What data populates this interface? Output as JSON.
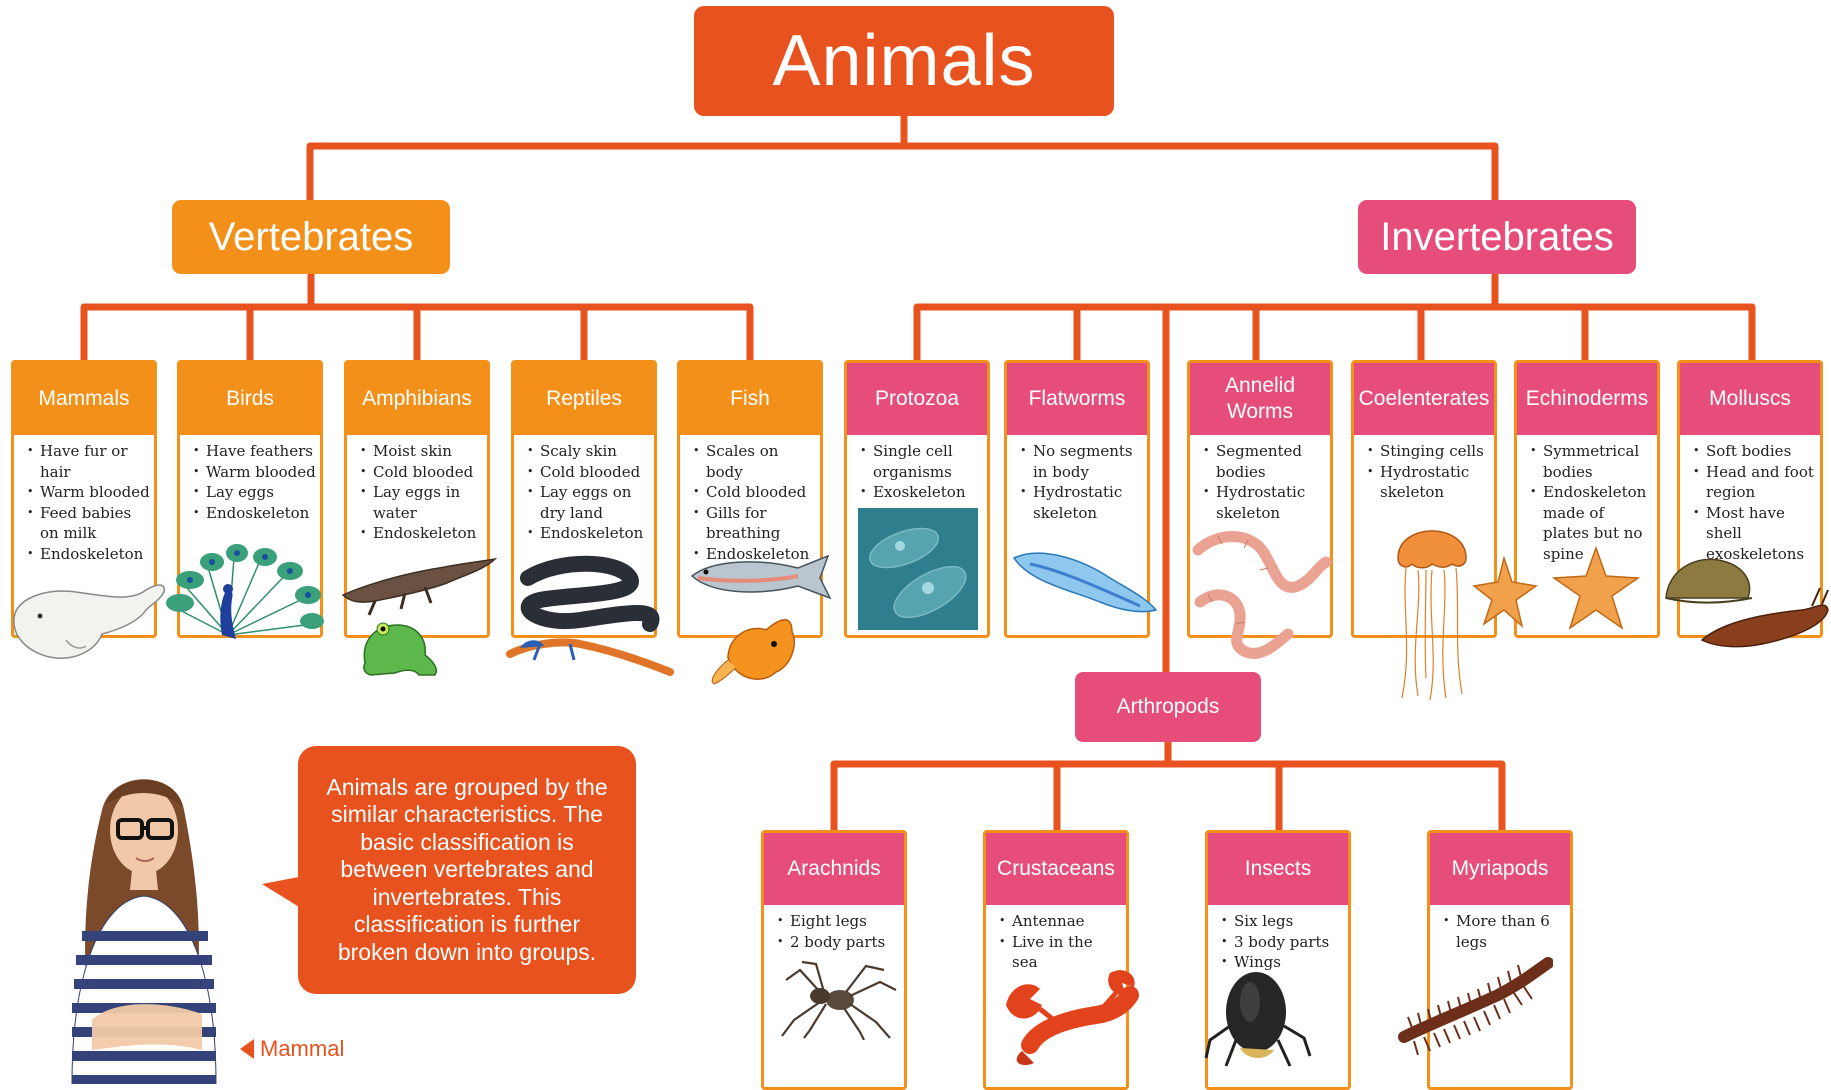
{
  "title": "Animals",
  "vertebrates": {
    "label": "Vertebrates",
    "groups": [
      {
        "name": "Mammals",
        "facts": [
          "Have fur or hair",
          "Warm blooded",
          "Feed babies on milk",
          "Endoskeleton"
        ],
        "image": "beluga-whale-icon"
      },
      {
        "name": "Birds",
        "facts": [
          "Have feathers",
          "Warm blooded",
          "Lay eggs",
          "Endoskeleton"
        ],
        "image": "peacock-icon"
      },
      {
        "name": "Amphibians",
        "facts": [
          "Moist skin",
          "Cold blooded",
          "Lay eggs in water",
          "Endoskeleton"
        ],
        "image": "newt-frog-icon"
      },
      {
        "name": "Reptiles",
        "facts": [
          "Scaly skin",
          "Cold blooded",
          "Lay eggs on dry land",
          "Endoskeleton"
        ],
        "image": "snake-lizard-icon"
      },
      {
        "name": "Fish",
        "facts": [
          "Scales on body",
          "Cold blooded",
          "Gills for breathing",
          "Endoskeleton"
        ],
        "image": "salmon-goldfish-icon"
      }
    ]
  },
  "invertebrates": {
    "label": "Invertebrates",
    "groups": [
      {
        "name": "Protozoa",
        "facts": [
          "Single cell organisms",
          "Exoskeleton"
        ],
        "image": "protozoa-icon"
      },
      {
        "name": "Flatworms",
        "facts": [
          "No segments in body",
          "Hydrostatic skeleton"
        ],
        "image": "flatworm-icon"
      },
      {
        "name": "Annelid Worms",
        "facts": [
          "Segmented bodies",
          "Hydrostatic skeleton"
        ],
        "image": "earthworm-icon"
      },
      {
        "name": "Coelenterates",
        "facts": [
          "Stinging cells",
          "Hydrostatic skeleton"
        ],
        "image": "jellyfish-icon"
      },
      {
        "name": "Echinoderms",
        "facts": [
          "Symmetrical bodies",
          "Endoskeleton made of plates but no spine"
        ],
        "image": "starfish-icon"
      },
      {
        "name": "Molluscs",
        "facts": [
          "Soft bodies",
          "Head and foot region",
          "Most have shell exoskeletons"
        ],
        "image": "snail-slug-icon"
      }
    ]
  },
  "arthropods": {
    "label": "Arthropods",
    "groups": [
      {
        "name": "Arachnids",
        "facts": [
          "Eight legs",
          "2 body parts"
        ],
        "image": "spider-icon"
      },
      {
        "name": "Crustaceans",
        "facts": [
          "Antennae",
          "Live in the sea"
        ],
        "image": "lobster-icon"
      },
      {
        "name": "Insects",
        "facts": [
          "Six legs",
          "3 body parts",
          "Wings"
        ],
        "image": "beetle-icon"
      },
      {
        "name": "Myriapods",
        "facts": [
          "More than 6 legs"
        ],
        "image": "centipede-icon"
      }
    ]
  },
  "speech_bubble": "Animals are grouped by the similar characteristics. The basic classification is between vertebrates and invertebrates. This classification is further broken down into groups.",
  "character_label": "Mammal",
  "colors": {
    "root": "#e8521f",
    "vertebrates": "#f39019",
    "invertebrates": "#e74d7a",
    "lines": "#e8521f"
  }
}
